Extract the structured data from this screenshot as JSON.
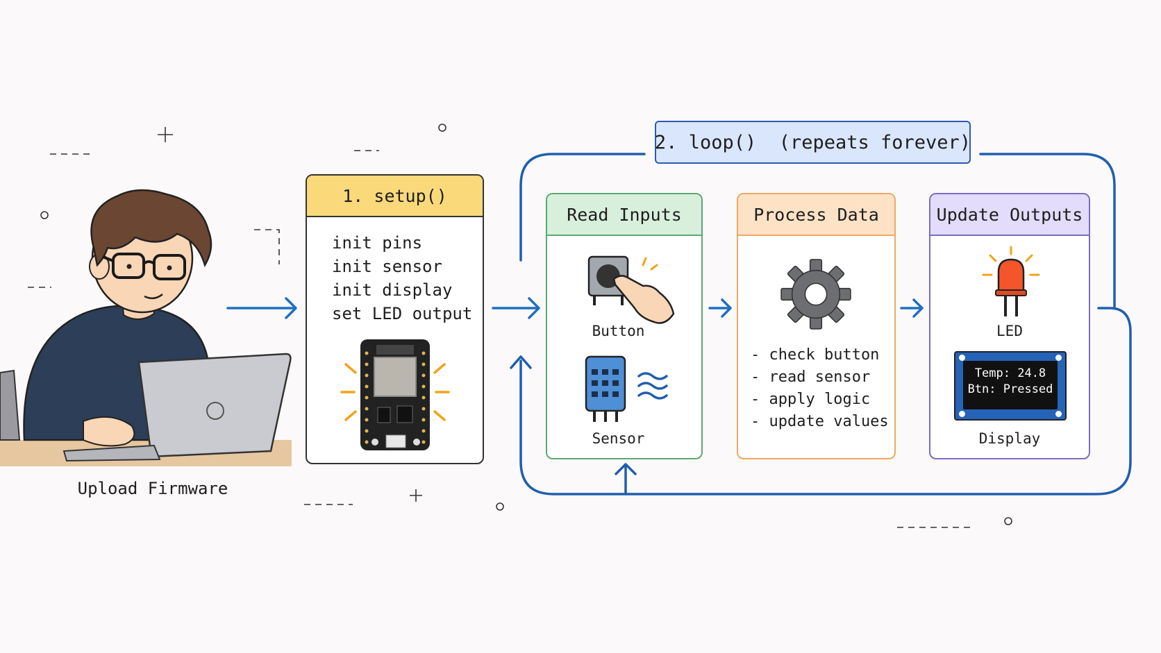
{
  "upload": {
    "caption": "Upload Firmware"
  },
  "setup": {
    "title": "1. setup()",
    "lines": [
      "init pins",
      "init sensor",
      "init display",
      "set LED output"
    ]
  },
  "loop": {
    "title": "2. loop()  (repeats forever)"
  },
  "read_inputs": {
    "title": "Read Inputs",
    "button_caption": "Button",
    "sensor_caption": "Sensor"
  },
  "process_data": {
    "title": "Process Data",
    "steps": [
      "- check button",
      "- read sensor",
      "- apply logic",
      "- update values"
    ]
  },
  "update_outputs": {
    "title": "Update Outputs",
    "led_caption": "LED",
    "display_line1": "Temp: 24.8",
    "display_line2": "Btn: Pressed",
    "display_caption": "Display"
  },
  "colors": {
    "setup_header": "#fad97a",
    "read_header": "#d8efdc",
    "read_border": "#5aa870",
    "process_header": "#fde2c6",
    "process_border": "#f0a860",
    "update_header": "#e3dcfa",
    "update_border": "#7b6cc4",
    "loop_line": "#1f5fae",
    "arrow": "#1f6fc0"
  },
  "icons": {
    "person": "person-at-laptop-icon",
    "board": "microcontroller-board-icon",
    "button": "push-button-icon",
    "hand": "pointing-hand-icon",
    "sensor": "humidity-sensor-icon",
    "waves": "wave-signal-icon",
    "gear": "gear-icon",
    "led": "led-icon",
    "display": "oled-display-icon"
  }
}
